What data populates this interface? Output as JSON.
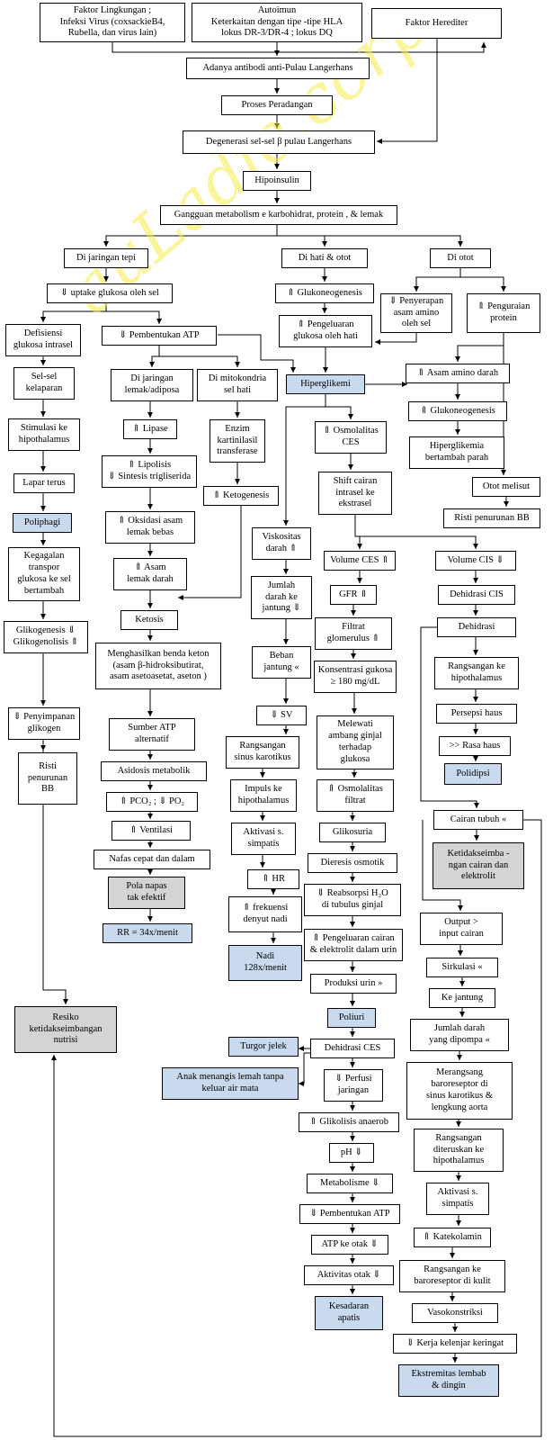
{
  "watermark": "auLadie.corp",
  "colors": {
    "blue_fill": "#c9d9ee",
    "gray_fill": "#d4d4d4",
    "line": "#000000",
    "watermark": "#f7ee4a"
  },
  "nodes": {
    "faktor_lingkungan": "Faktor Lingkungan ;\nInfeksi Virus (coxsackieB4,\nRubella, dan virus lain)",
    "autoimun": "Autoimun\nKeterkaitan dengan tipe -tipe HLA\nlokus DR-3/DR-4 ; lokus DQ",
    "faktor_herediter": "Faktor Herediter",
    "antibodi": "Adanya antibodi anti-Pulau Langerhans",
    "peradangan": "Proses Peradangan",
    "degenerasi": "Degenerasi sel-sel β pulau Langerhans",
    "hipoinsulin": "Hipoinsulin",
    "gangguan_metabolisme": "Gangguan metabolism e karbohidrat, protein , & lemak",
    "jaringan_tepi": "Di jaringan tepi",
    "hati_otot": "Di hati & otot",
    "di_otot": "Di otot",
    "uptake": "⇓ uptake glukosa oleh sel",
    "glukoneogenesis_1": "⇑ Glukoneogenesis",
    "penyerapan_asam_amino": "⇓ Penyerapan\nasam amino\noleh sel",
    "penguraian_protein": "⇑ Penguraian\nprotein",
    "defisiensi": "Defisiensi\nglukosa intrasel",
    "pembentukan_atp_1": "⇓ Pembentukan ATP",
    "pengeluaran_glukosa": "⇑ Pengeluaran\nglukosa oleh hati",
    "sel_kelaparan": "Sel-sel\nkelaparan",
    "jaringan_lemak": "Di jaringan\nlemak/adiposa",
    "mitokondria": "Di mitokondria\nsel hati",
    "hiperglikemi": "Hiperglikemi",
    "asam_amino_darah": "⇑ Asam amino darah",
    "stimulasi": "Stimulasi ke\nhipothalamus",
    "lipase": "⇑ Lipase",
    "enzim": "Enzim\nkartinilasil\ntransferase",
    "osmolalitas_ces": "⇑ Osmolalitas\nCES",
    "glukoneogenesis_2": "⇑ Glukoneogenesis",
    "lipolisis": "⇑ Lipolisis\n⇓ Sintesis trigliserida",
    "hiperglikemia_parah": "Hiperglikemia\nbertambah parah",
    "lapar": "Lapar terus",
    "ketogenesis": "⇑ Ketogenesis",
    "shift_cairan": "Shift cairan\nintrasel ke\nekstrasel",
    "otot_melisut": "Otot melisut",
    "poliphagi": "Poliphagi",
    "oksidasi": "⇑ Oksidasi asam\nlemak bebas",
    "risti_bb_1": "Risti penurunan BB",
    "viskositas": "Viskositas\ndarah ⇑",
    "kegagalan": "Kegagalan\ntranspor\nglukosa ke sel\nbertambah",
    "asam_lemak_darah": "⇑ Asam\nlemak darah",
    "volume_ces": "Volume CES ⇑",
    "volume_cis": "Volume CIS ⇓",
    "jumlah_darah": "Jumlah\ndarah ke\njantung ⇓",
    "gfr": "GFR ⇑",
    "dehidrasi_cis": "Dehidrasi CIS",
    "glikogenesis": "Glikogenesis ⇓\nGlikogenolisis ⇑",
    "ketosis": "Ketosis",
    "filtrat": "Filtrat\nglomerulus ⇑",
    "dehidrasi": "Dehidrasi",
    "beban_jantung": "Beban\njantung «",
    "benda_keton": "Menghasilkan benda keton\n(asam β-hidroksibutirat,\nasam asetoasetat, aseton )",
    "konsentrasi_glukosa": "Konsentrasi gukosa\n≥ 180 mg/dL",
    "rangsangan_hipo_1": "Rangsangan ke\nhipothalamus",
    "penyimpanan_glikogen": "⇓ Penyimpanan\nglikogen",
    "sv": "⇓ SV",
    "melewati_ambang": "Melewati\nambang ginjal\nterhadap\nglukosa",
    "persepsi_haus": "Persepsi haus",
    "sumber_atp": "Sumber ATP\nalternatif",
    "rasa_haus": ">> Rasa haus",
    "risti_bb_2": "Risti\npenurunan\nBB",
    "rangsangan_karotikus": "Rangsangan\nsinus karotikus",
    "asidosis": "Asidosis metabolik",
    "polidipsi": "Polidipsi",
    "osmolalitas_filtrat": "⇑ Osmolalitas\nfiltrat",
    "impuls": "Impuls ke\nhipothalamus",
    "pco2": "⇑ PCO₂ ; ⇓ PO₂",
    "cairan_tubuh": "Cairan tubuh «",
    "ventilasi": "⇑ Ventilasi",
    "glikosuria": "Glikosuria",
    "aktivasi_simpatis_1": "Aktivasi s.\nsimpatis",
    "ketidakseimbangan_cairan": "Ketidakseimba -\nngan cairan dan\nelektrolit",
    "nafas_cepat": "Nafas cepat dan dalam",
    "diuresis": "Dieresis osmotik",
    "hr": "⇑ HR",
    "pola_napas": "Pola napas\ntak efektif",
    "reabsorpsi": "⇓ Reabsorpsi H₂O\ndi tubulus ginjal",
    "output_input": "Output >\ninput cairan",
    "frekuensi_nadi": "⇑ frekuensi\ndenyut nadi",
    "rr": "RR = 34x/menit",
    "pengeluaran_cairan": "⇑ Pengeluaran cairan\n& elektrolit dalam urin",
    "sirkulasi": "Sirkulasi «",
    "nadi": "Nadi\n128x/menit",
    "ke_jantung": "Ke jantung",
    "produksi_urin": "Produksi urin »",
    "resiko_nutrisi": "Resiko\nketidakseimbangan\nnutrisi",
    "poliuri": "Poliuri",
    "jumlah_dipompa": "Jumlah darah\nyang dipompa «",
    "turgor": "Turgor jelek",
    "dehidrasi_ces": "Dehidrasi CES",
    "anak_menangis": "Anak menangis lemah tanpa\nkeluar air mata",
    "merangsang_baroreseptor": "Merangsang\nbaroreseptor di\nsinus karotikus &\nlengkung aorta",
    "perfusi": "⇓ Perfusi\njaringan",
    "glikolisis": "⇑ Glikolisis anaerob",
    "diteruskan": "Rangsangan\nditeruskan ke\nhipothalamus",
    "ph": "pH ⇓",
    "aktivasi_simpatis_2": "Aktivasi s.\nsimpatis",
    "metabolisme": "Metabolisme ⇓",
    "katekolamin": "⇑ Katekolamin",
    "pembentukan_atp_2": "⇓ Pembentukan ATP",
    "baroreseptor_kulit": "Rangsangan ke\nbaroreseptor di kulit",
    "atp_otak": "ATP ke otak ⇓",
    "aktivitas_otak": "Aktivitas otak ⇓",
    "vasokonstriksi": "Vasokonstriksi",
    "kesadaran": "Kesadaran\napatis",
    "kelenjar_keringat": "⇓ Kerja kelenjar keringat",
    "ekstremitas": "Ekstremitas lembab\n& dingin"
  }
}
